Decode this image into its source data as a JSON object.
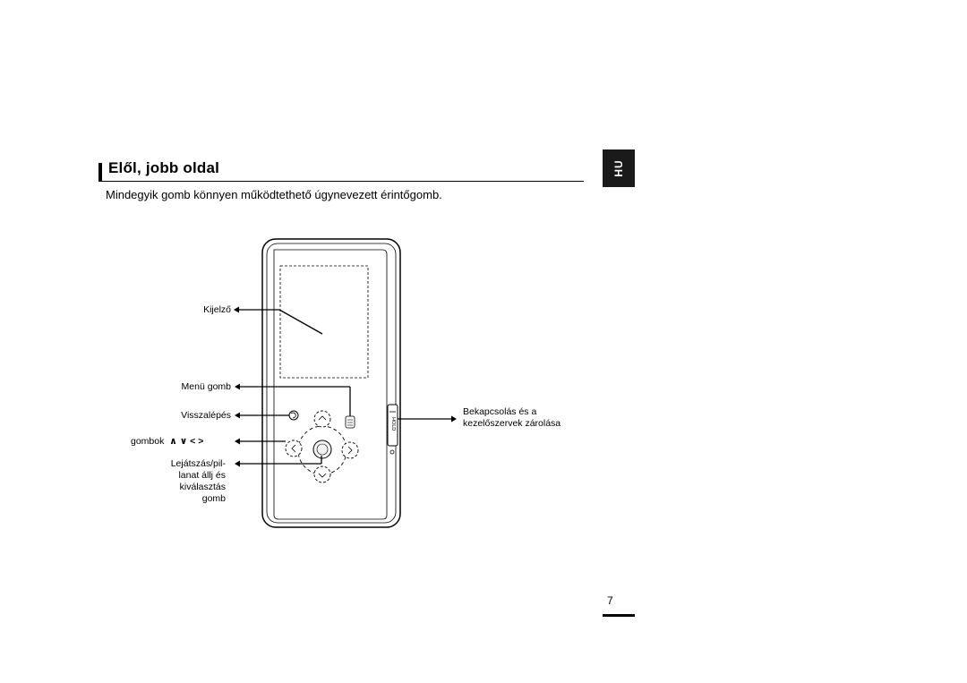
{
  "section": {
    "title": "Elől, jobb oldal",
    "intro": "Mindegyik gomb könnyen működtethető úgynevezett érintőgomb.",
    "language_tab": "HU"
  },
  "labels": {
    "display": "Kijelző",
    "menu_button": "Menü gomb",
    "back": "Visszalépés",
    "direction_buttons": "gombok",
    "direction_glyphs": "∧ ∨ < >",
    "play_line1": "Lejátszás/pil-",
    "play_line2": "lanat állj és",
    "play_line3": "kiválasztás",
    "play_line4": "gomb",
    "power_line1": "Bekapcsolás és a",
    "power_line2": "kezelőszervek zárolása",
    "hold_switch": "HOLD"
  },
  "page": {
    "number": "7"
  }
}
